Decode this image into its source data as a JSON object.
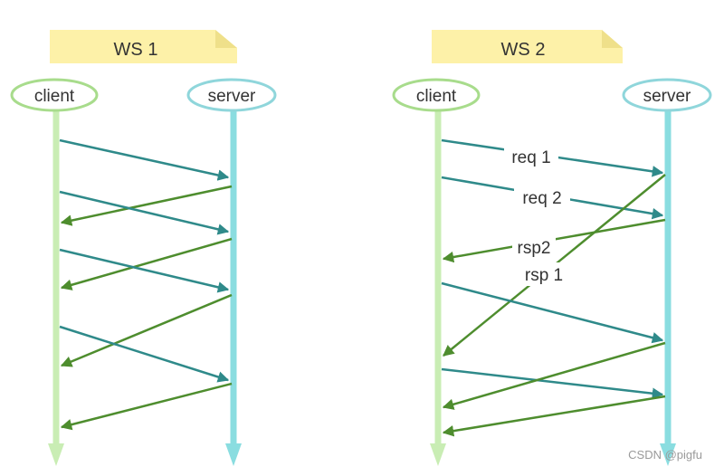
{
  "colors": {
    "client_line": "#c9edb4",
    "client_oval": "#a8dc8c",
    "server_line": "#8adde0",
    "server_oval": "#8fd6db",
    "request_arrow": "#2f8a8a",
    "response_arrow": "#4e8d2e",
    "note_fill": "#fdf1a8",
    "note_fold": "#efe08a"
  },
  "ws1": {
    "title": "WS  1",
    "client_label": "client",
    "server_label": "server"
  },
  "ws2": {
    "title": "WS  2",
    "client_label": "client",
    "server_label": "server",
    "labels": {
      "req1": "req 1",
      "req2": "req 2",
      "rsp2": "rsp2",
      "rsp1": "rsp 1"
    }
  },
  "watermark": "CSDN @pigfu"
}
